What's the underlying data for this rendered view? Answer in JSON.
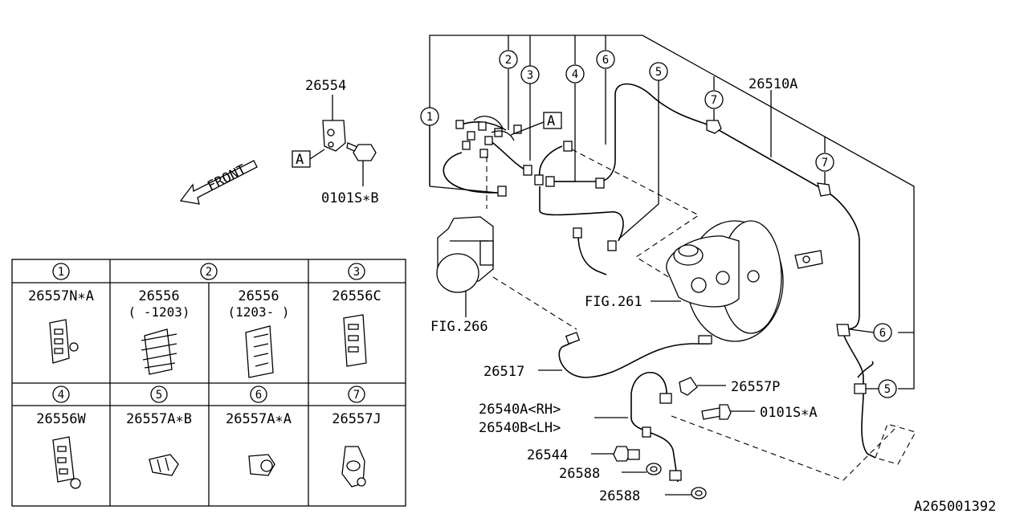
{
  "diagram": {
    "part_labels": {
      "p26554": "26554",
      "p0101SB": "0101S∗B",
      "p26510A": "26510A",
      "fig261": "FIG.261",
      "fig266": "FIG.266",
      "p26517": "26517",
      "p26557P": "26557P",
      "p0101SA": "0101S∗A",
      "p26540A": "26540A<RH>",
      "p26540B": "26540B<LH>",
      "p26544": "26544",
      "p26588a": "26588",
      "p26588b": "26588",
      "front": "FRONT",
      "refA1": "A",
      "refA2": "A",
      "drawing_id": "A265001392"
    },
    "callouts": {
      "c1": "1",
      "c2": "2",
      "c3": "3",
      "c4": "4",
      "c5": "5",
      "c6": "6",
      "c7a": "7",
      "c7b": "7",
      "c6b": "6",
      "c5b": "5"
    }
  },
  "legend": {
    "row1": {
      "h1": "1",
      "h2": "2",
      "h3": "3",
      "n1": "26557N∗A",
      "n2a": "26556",
      "s2a": "( -1203)",
      "n2b": "26556",
      "s2b": "(1203- )",
      "n3": "26556C"
    },
    "row2": {
      "h4": "4",
      "h5": "5",
      "h6": "6",
      "h7": "7",
      "n4": "26556W",
      "n5": "26557A∗B",
      "n6": "26557A∗A",
      "n7": "26557J"
    }
  }
}
